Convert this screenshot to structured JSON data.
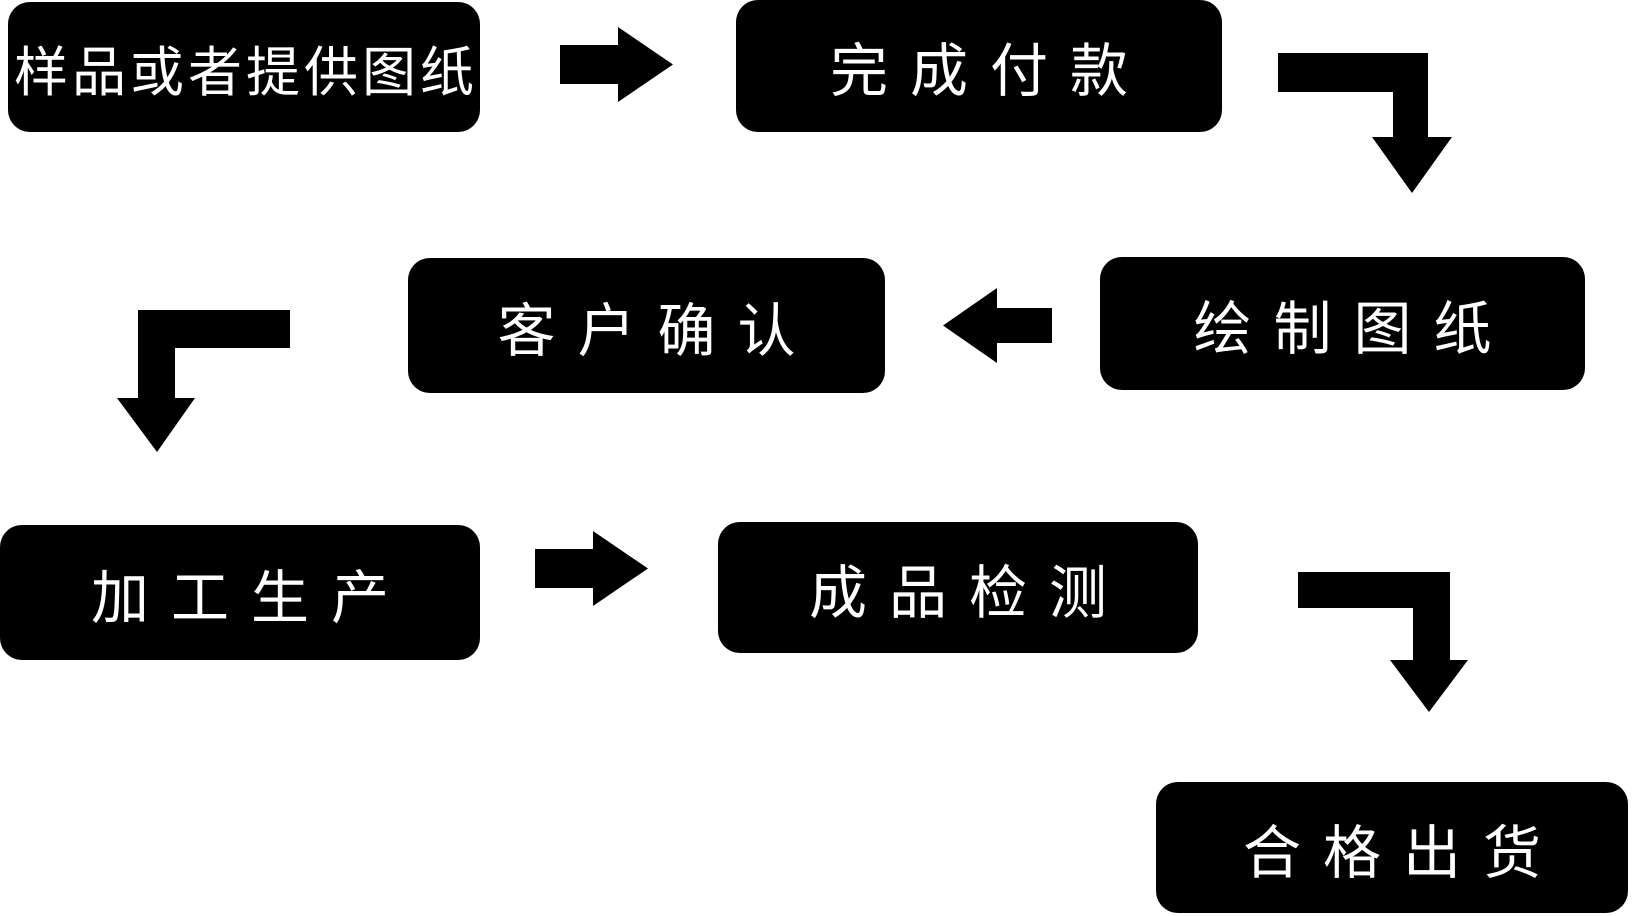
{
  "diagram": {
    "background_color": "#ffffff",
    "node_fill_color": "#000000",
    "node_text_color": "#ffffff",
    "arrow_color": "#000000",
    "steps": [
      {
        "order": 1,
        "label": "样品或者提供图纸"
      },
      {
        "order": 2,
        "label": "完成付款"
      },
      {
        "order": 3,
        "label": "绘制图纸"
      },
      {
        "order": 4,
        "label": "客户确认"
      },
      {
        "order": 5,
        "label": "加工生产"
      },
      {
        "order": 6,
        "label": "成品检测"
      },
      {
        "order": 7,
        "label": "合格出货"
      }
    ],
    "connections": [
      {
        "from": "样品或者提供图纸",
        "to": "完成付款",
        "shape": "straight-right"
      },
      {
        "from": "完成付款",
        "to": "绘制图纸",
        "shape": "elbow-right-down"
      },
      {
        "from": "绘制图纸",
        "to": "客户确认",
        "shape": "straight-left"
      },
      {
        "from": "客户确认",
        "to": "加工生产",
        "shape": "elbow-left-down"
      },
      {
        "from": "加工生产",
        "to": "成品检测",
        "shape": "straight-right"
      },
      {
        "from": "成品检测",
        "to": "合格出货",
        "shape": "elbow-right-down"
      }
    ]
  }
}
